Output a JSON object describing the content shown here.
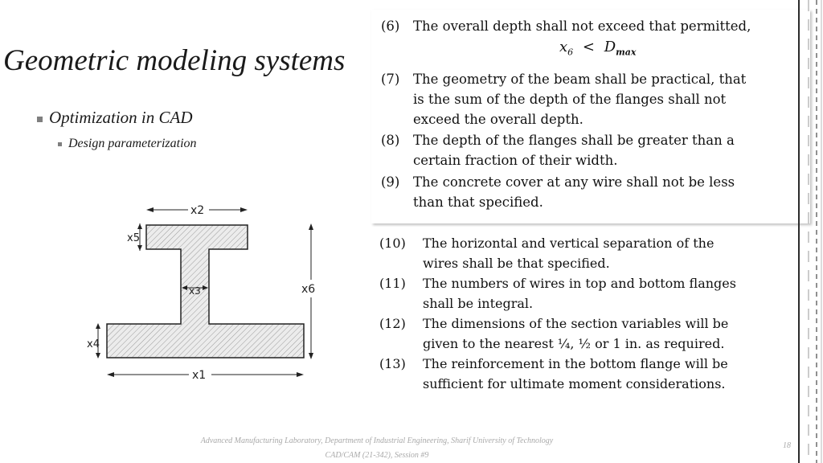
{
  "slide": {
    "title": "Geometric modeling systems",
    "bullet_level1": "Optimization in CAD",
    "bullet_level2": "Design parameterization"
  },
  "scan_top": {
    "items": [
      {
        "num": "(6)",
        "lines": [
          "The overall depth shall not exceed that permitted,"
        ]
      },
      {
        "num": "(7)",
        "lines": [
          "The geometry of the beam shall be practical, that",
          "is the sum of the depth of the flanges shall not",
          "exceed the overall depth."
        ]
      },
      {
        "num": "(8)",
        "lines": [
          "The depth of the flanges shall be greater than a",
          "certain fraction of their width."
        ]
      },
      {
        "num": "(9)",
        "lines": [
          "The concrete cover at any wire shall not be less",
          "than that specified."
        ]
      }
    ],
    "math": {
      "var": "x",
      "sub": "6",
      "op": "<",
      "rhs": "D",
      "rhs_sub": "max"
    }
  },
  "scan_bottom": {
    "items": [
      {
        "num": "(10)",
        "lines": [
          "The horizontal and vertical separation of the",
          "wires shall be that specified."
        ]
      },
      {
        "num": "(11)",
        "lines": [
          "The numbers of wires in top and bottom flanges",
          "shall be integral."
        ]
      },
      {
        "num": "(12)",
        "lines": [
          "The dimensions of the section variables will be",
          "given to the nearest ¼, ½ or 1 in. as required."
        ]
      },
      {
        "num": "(13)",
        "lines": [
          "The reinforcement in the bottom flange will be",
          "sufficient for ultimate moment considerations."
        ]
      }
    ]
  },
  "diagram": {
    "labels": [
      "x2",
      "x5",
      "x3",
      "x6",
      "x4",
      "x1"
    ]
  },
  "footer": {
    "line1_italic": "Advanced Manufacturing Laboratory, Department of Industrial Engineering,",
    "line1_rest": "Sharif University of Technology",
    "line2": "CAD/CAM (21-342), Session #9",
    "page": "18"
  }
}
